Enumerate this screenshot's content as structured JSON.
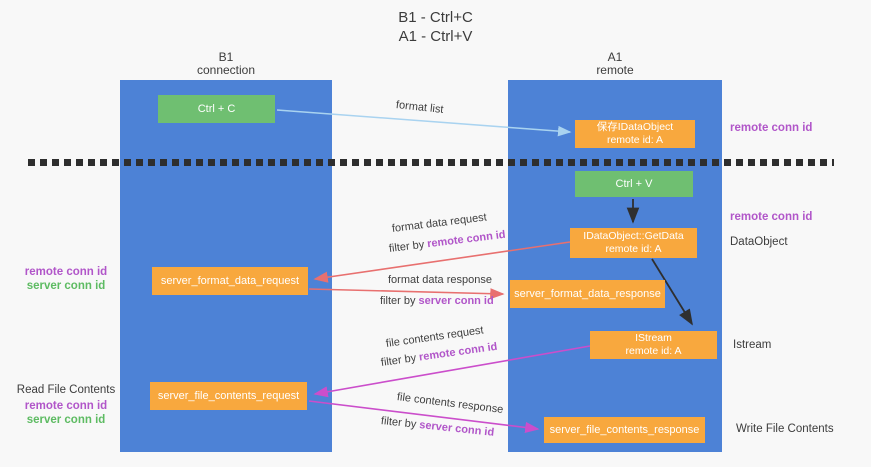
{
  "title": {
    "line1": "B1 - Ctrl+C",
    "line2": "A1 - Ctrl+V"
  },
  "lanes": {
    "left": {
      "header_line1": "B1",
      "header_line2": "connection"
    },
    "right": {
      "header_line1": "A1",
      "header_line2": "remote"
    }
  },
  "boxes": {
    "ctrl_c": "Ctrl + C",
    "ctrl_v": "Ctrl + V",
    "saved_dataobject_line1": "保存IDataObject",
    "saved_dataobject_line2": "remote id: A",
    "getdata_line1": "IDataObject::GetData",
    "getdata_line2": "remote id: A",
    "istream_line1": "IStream",
    "istream_line2": "remote id: A",
    "format_request": "server_format_data_request",
    "format_response": "server_format_data_response",
    "file_request": "server_file_contents_request",
    "file_response": "server_file_contents_response"
  },
  "edge_labels": {
    "format_list": "format list",
    "format_data_request": "format data request",
    "format_data_response": "format data response",
    "file_contents_request": "file contents request",
    "file_contents_response": "file contents response",
    "filter_by": "filter by ",
    "remote_conn_id": "remote conn id",
    "server_conn_id": "server conn id"
  },
  "side_notes": {
    "right_remote_conn_id_top": "remote conn id",
    "right_remote_conn_id_mid": "remote conn id",
    "dataobject": "DataObject",
    "istream": "Istream",
    "write_file_contents": "Write File Contents",
    "left_remote_conn_id_1": "remote conn id",
    "left_server_conn_id_1": "server conn id",
    "read_file_contents": "Read File Contents",
    "left_remote_conn_id_2": "remote conn id",
    "left_server_conn_id_2": "server conn id"
  },
  "colors": {
    "lane_blue": "#4d82d6",
    "box_green": "#6fbf71",
    "box_orange": "#f8a83e",
    "arrow_blue": "#a9d3f0",
    "arrow_red": "#e8706f",
    "arrow_magenta": "#cb4ecb",
    "arrow_black": "#2f2f2f",
    "text_purple": "#b156c9",
    "text_green": "#5dbb62",
    "text_dark": "#3c3c3c"
  }
}
